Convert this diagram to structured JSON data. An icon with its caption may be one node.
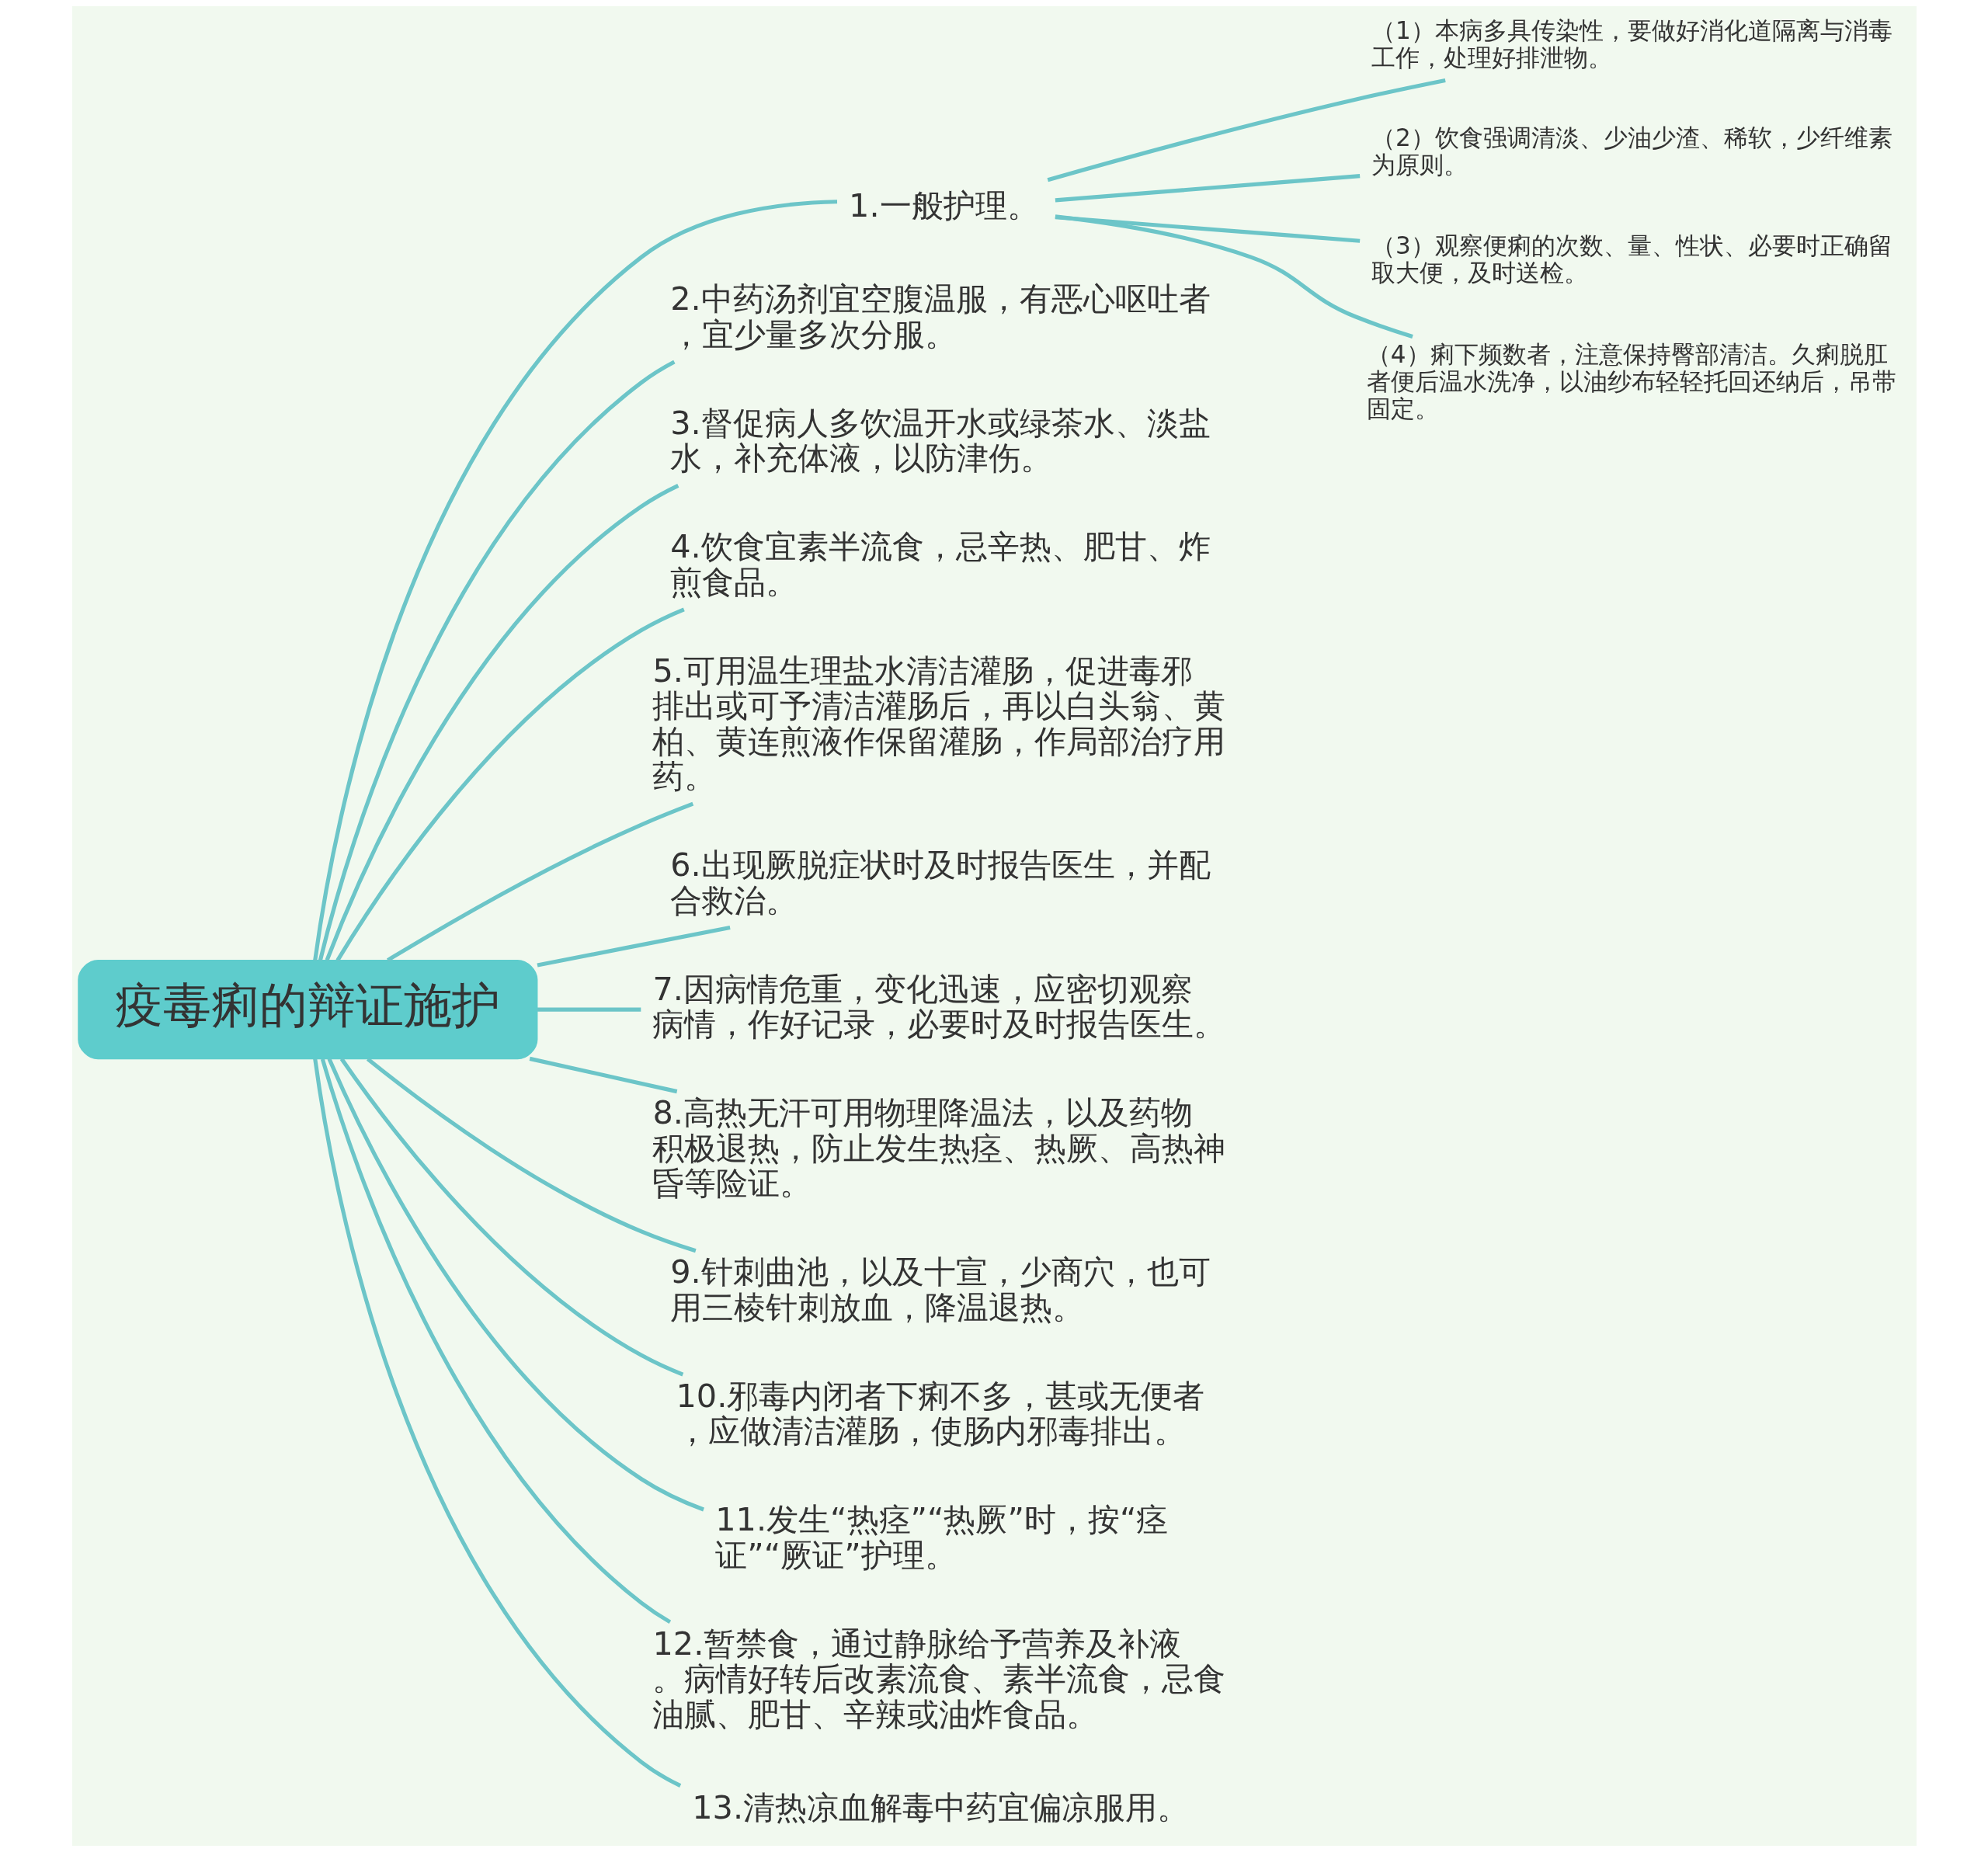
{
  "diagram": {
    "nodes": [
      {
        "text": [
          "疫毒痢的辩证施护"
        ]
      },
      {
        "text": [
          "1.一般护理。"
        ]
      },
      {
        "text": [
          "（1）本病多具传染性，要做好消化道隔离与消毒工作，处理好排泄物。"
        ]
      },
      {
        "text": [
          "（2）饮食强调清淡、少油少渣、稀软，少纤维素为原则。"
        ]
      },
      {
        "text": [
          "（3）观察便痢的次数、量、性状、必要时正确留取大便，及时送检。"
        ]
      },
      {
        "text": [
          "（4）痢下频数者，注意保持臀部清洁。久痢脱肛者便后温水洗净，以油纱布轻轻托回还纳后，吊带固定。"
        ]
      },
      {
        "text": [
          "2.中药汤剂宜空腹温服，有恶心呕吐者，宜少量多次分服。"
        ]
      },
      {
        "text": [
          "3.督促病人多饮温开水或绿茶水、淡盐水，补充体液，以防津伤。"
        ]
      },
      {
        "text": [
          "4.饮食宜素半流食，忌辛热、肥甘、炸煎食品。"
        ]
      },
      {
        "text": [
          "5.可用温生理盐水清洁灌肠，促进毒邪排出或可予清洁灌肠后，再以白头翁、黄柏、黄连煎液作保留灌肠，作局部治疗用药。"
        ]
      },
      {
        "text": [
          "6.出现厥脱症状时及时报告医生，并配合救治。"
        ]
      },
      {
        "text": [
          "7.因病情危重，变化迅速，应密切观察病情，作好记录，必要时及时报告医生。"
        ]
      },
      {
        "text": [
          "8.高热无汗可用物理降温法，以及药物积极退热，防止发生热痉、热厥、高热神昏等险证。"
        ]
      },
      {
        "text": [
          "9.针刺曲池，以及十宣，少商穴，也可用三棱针刺放血，降温退热。"
        ]
      },
      {
        "text": [
          "10.邪毒内闭者下痢不多，甚或无便者，应做清洁灌肠，使肠内邪毒排出。"
        ]
      },
      {
        "text": [
          "11.发生“热痉”“热厥”时，按“痉证”“厥证”护理。"
        ]
      },
      {
        "text": [
          "12.暂禁食，通过静脉给予营养及补液。病情好转后改素流食、素半流食，忌食油腻、肥甘、辛辣或油炸食品。"
        ]
      },
      {
        "text": [
          "13.清热凉血解毒中药宜偏凉服用。"
        ]
      }
    ],
    "edges": [
      {
        "from": 0,
        "to": 1,
        "arrow": "none"
      },
      {
        "from": 1,
        "to": 2,
        "arrow": "none"
      },
      {
        "from": 1,
        "to": 3,
        "arrow": "none"
      },
      {
        "from": 1,
        "to": 4,
        "arrow": "none"
      },
      {
        "from": 1,
        "to": 5,
        "arrow": "none"
      },
      {
        "from": 0,
        "to": 6,
        "arrow": "none"
      },
      {
        "from": 0,
        "to": 7,
        "arrow": "none"
      },
      {
        "from": 0,
        "to": 8,
        "arrow": "none"
      },
      {
        "from": 0,
        "to": 9,
        "arrow": "none"
      },
      {
        "from": 0,
        "to": 10,
        "arrow": "none"
      },
      {
        "from": 0,
        "to": 11,
        "arrow": "none"
      },
      {
        "from": 0,
        "to": 12,
        "arrow": "none"
      },
      {
        "from": 0,
        "to": 13,
        "arrow": "none"
      },
      {
        "from": 0,
        "to": 14,
        "arrow": "none"
      },
      {
        "from": 0,
        "to": 15,
        "arrow": "none"
      },
      {
        "from": 0,
        "to": 16,
        "arrow": "none"
      },
      {
        "from": 0,
        "to": 17,
        "arrow": "none"
      }
    ]
  }
}
